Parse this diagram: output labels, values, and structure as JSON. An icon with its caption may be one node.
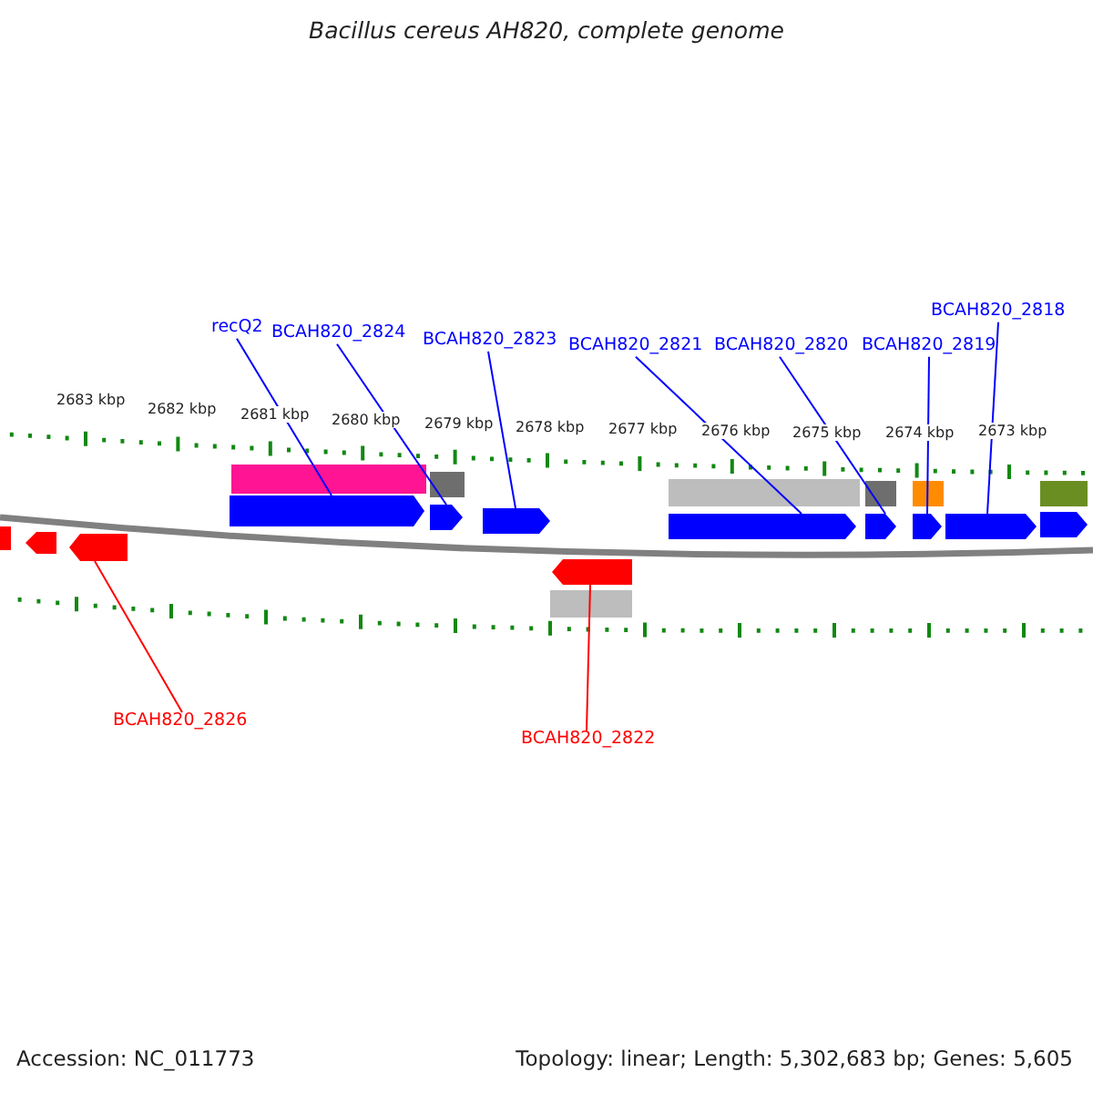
{
  "diagram": {
    "title": "Bacillus cereus AH820, complete genome",
    "nodes": [
      {
        "text": [
          "recQ2"
        ]
      },
      {
        "text": [
          "BCAH820_2824"
        ]
      },
      {
        "text": [
          "BCAH820_2823"
        ]
      },
      {
        "text": [
          "BCAH820_2821"
        ]
      },
      {
        "text": [
          "BCAH820_2820"
        ]
      },
      {
        "text": [
          "BCAH820_2819"
        ]
      },
      {
        "text": [
          "BCAH820_2818"
        ]
      },
      {
        "text": [],
        "shape": "arrow"
      },
      {
        "text": [],
        "shape": "arrow"
      },
      {
        "text": [],
        "shape": "arrow"
      },
      {
        "text": [],
        "shape": "arrow"
      },
      {
        "text": [],
        "shape": "arrow"
      },
      {
        "text": [],
        "shape": "arrow"
      },
      {
        "text": [],
        "shape": "arrow"
      },
      {
        "text": [],
        "shape": "arrow"
      },
      {
        "text": [],
        "shape": "arrow"
      },
      {
        "text": [
          "BCAH820_2826"
        ]
      },
      {
        "text": [
          "BCAH820_2822"
        ]
      }
    ],
    "edges": [
      {
        "from": 0,
        "to": 7,
        "arrow": "none"
      },
      {
        "from": 1,
        "to": 8,
        "arrow": "none"
      },
      {
        "from": 2,
        "to": 9,
        "arrow": "none"
      },
      {
        "from": 3,
        "to": 10,
        "arrow": "none"
      },
      {
        "from": 4,
        "to": 11,
        "arrow": "none"
      },
      {
        "from": 5,
        "to": 12,
        "arrow": "none"
      },
      {
        "from": 6,
        "to": 13,
        "arrow": "none"
      },
      {
        "from": 16,
        "to": 14,
        "arrow": "none",
        "color": "#ff0000"
      },
      {
        "from": 17,
        "to": 15,
        "arrow": "none",
        "color": "#ff0000"
      }
    ],
    "labels": [
      "2683 kbp",
      "2682 kbp",
      "2681 kbp",
      "2680 kbp",
      "2679 kbp",
      "2678 kbp",
      "2677 kbp",
      "2676 kbp",
      "2675 kbp",
      "2674 kbp",
      "2673 kbp",
      "Accession: NC_011773",
      "Topology: linear; Length: 5,302,683 bp; Genes: 5,605"
    ]
  }
}
